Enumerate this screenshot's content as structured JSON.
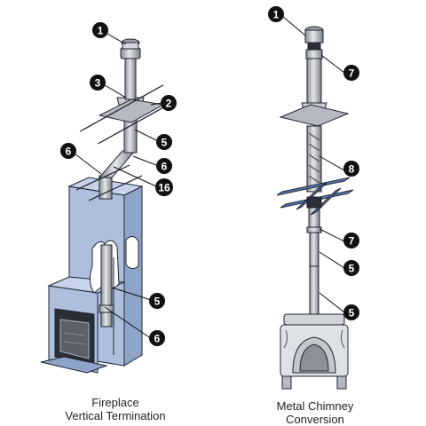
{
  "left_diagram": {
    "caption_line1": "Fireplace",
    "caption_line2": "Vertical Termination",
    "callouts": [
      "1",
      "3",
      "2",
      "5",
      "6",
      "6",
      "16",
      "5",
      "6"
    ]
  },
  "right_diagram": {
    "caption_line1": "Metal Chimney",
    "caption_line2": "Conversion",
    "callouts": [
      "1",
      "7",
      "8",
      "7",
      "5",
      "5"
    ]
  },
  "colors": {
    "wall": "#aebfdd",
    "wall_dark": "#8ea4c9",
    "pipe": "#bfc3c7",
    "pipe_dark": "#7d8388",
    "outline": "#1f2430",
    "callout_fill": "#111111",
    "bracket_blue": "#5a7ab8"
  }
}
